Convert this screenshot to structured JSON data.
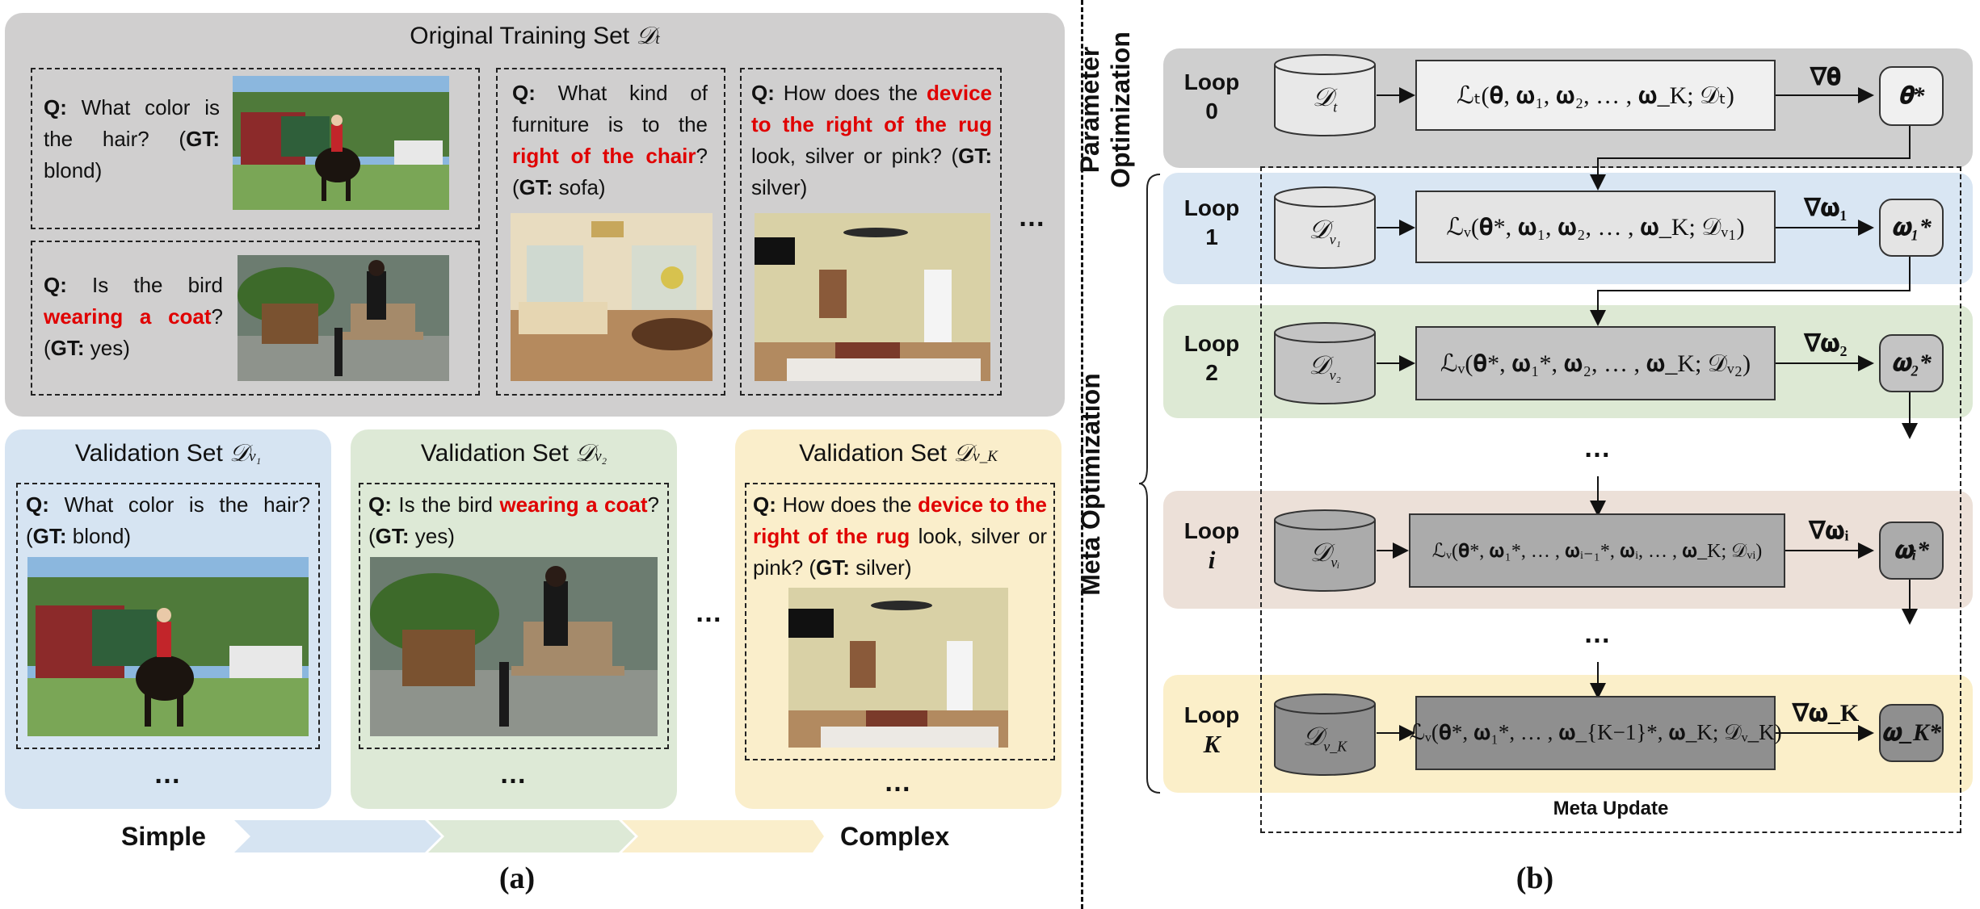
{
  "part_a": {
    "train_title": "Original Training Set",
    "train_symbol": "𝒟",
    "train_sub": "t",
    "cards": [
      {
        "q": "Q:",
        "pre": " What color is the hair? (",
        "gt": "GT:",
        "ans": " blond)"
      },
      {
        "q": "Q:",
        "pre": " Is the bird ",
        "red": "wearing a coat",
        "post": "? (",
        "gt": "GT:",
        "ans": " yes)"
      },
      {
        "q": "Q:",
        "pre": " What kind of furniture is to the ",
        "red": "right of the chair",
        "post": "? (",
        "gt": "GT:",
        "ans": " sofa)"
      },
      {
        "q": "Q:",
        "pre": " How does the ",
        "red": "device to the right of the rug",
        "post": " look, silver or pink? (",
        "gt": "GT:",
        "ans": " silver)"
      }
    ],
    "train_dots": "…",
    "val_title": "Validation Set",
    "val_symbol": "𝒟",
    "val_subs": [
      "v₁",
      "v₂",
      "v_K"
    ],
    "val_dots": "…",
    "val_between_dots": "…",
    "simple_label": "Simple",
    "complex_label": "Complex",
    "caption": "(a)",
    "arrow_colors": [
      "#d6e4f2",
      "#dde9d6",
      "#faeecb"
    ]
  },
  "part_b": {
    "param_label": "Parameter Optimization",
    "meta_label": "Meta Optimization",
    "meta_update": "Meta Update",
    "loops": [
      {
        "word": "Loop",
        "idx": "0",
        "ds": "𝒟",
        "ds_sub": "t",
        "eq": "ℒₜ(𝛉, 𝛚₁, 𝛚₂, … , 𝛚_K; 𝒟ₜ)",
        "grad": "∇𝛉",
        "out": "𝛉*"
      },
      {
        "word": "Loop",
        "idx": "1",
        "ds": "𝒟",
        "ds_sub": "v₁",
        "eq": "ℒᵥ(𝛉*, 𝛚₁, 𝛚₂, … , 𝛚_K; 𝒟ᵥ₁)",
        "grad": "∇𝛚₁",
        "out": "𝛚₁*"
      },
      {
        "word": "Loop",
        "idx": "2",
        "ds": "𝒟",
        "ds_sub": "v₂",
        "eq": "ℒᵥ(𝛉*, 𝛚₁*, 𝛚₂, … , 𝛚_K; 𝒟ᵥ₂)",
        "grad": "∇𝛚₂",
        "out": "𝛚₂*"
      },
      {
        "word": "Loop",
        "idx": "i",
        "ds": "𝒟",
        "ds_sub": "vᵢ",
        "eq": "ℒᵥ(𝛉*, 𝛚₁*, … , 𝛚ᵢ₋₁*, 𝛚ᵢ, … , 𝛚_K; 𝒟ᵥᵢ)",
        "grad": "∇𝛚ᵢ",
        "out": "𝛚ᵢ*"
      },
      {
        "word": "Loop",
        "idx": "K",
        "ds": "𝒟",
        "ds_sub": "v_K",
        "eq": "ℒᵥ(𝛉*, 𝛚₁*, … , 𝛚_{K−1}*, 𝛚_K; 𝒟ᵥ_K)",
        "grad": "∇𝛚_K",
        "out": "𝛚_K*"
      }
    ],
    "dots": "…",
    "caption": "(b)",
    "colors": {
      "loop0": "#cfcfcf",
      "loop1": "#d9e6f3",
      "loop2": "#dde9d4",
      "loopi": "#ece0d8",
      "loopK": "#fbefc9"
    }
  }
}
